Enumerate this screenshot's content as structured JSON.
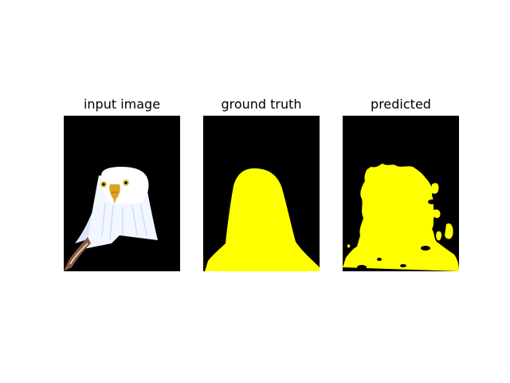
{
  "figure": {
    "panels": [
      {
        "title": "input image"
      },
      {
        "title": "ground truth"
      },
      {
        "title": "predicted"
      }
    ],
    "background_color": "#000000",
    "mask_color": "#ffff00"
  }
}
